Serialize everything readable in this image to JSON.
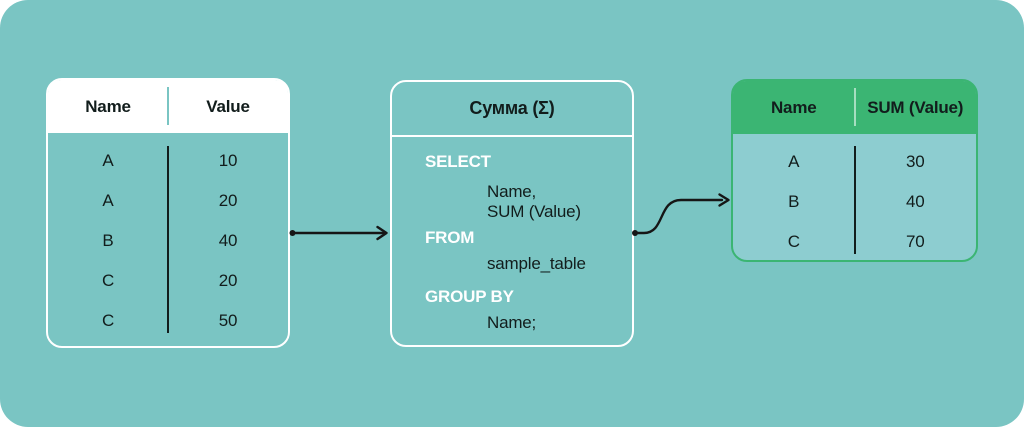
{
  "diagram": {
    "background_color": "#7AC5C3",
    "accent_green": "#3BB573",
    "result_body_color": "#8DCDD0",
    "arrow_color": "#161616",
    "text_color": "#121D1C"
  },
  "source_table": {
    "headers": [
      "Name",
      "Value"
    ],
    "rows": [
      [
        "A",
        "10"
      ],
      [
        "A",
        "20"
      ],
      [
        "B",
        "40"
      ],
      [
        "C",
        "20"
      ],
      [
        "C",
        "50"
      ]
    ]
  },
  "operator": {
    "title": "Сумма (Σ)",
    "sql": {
      "select_keyword": "SELECT",
      "select_line1": "Name,",
      "select_line2": "SUM (Value)",
      "from_keyword": "FROM",
      "from_value": "sample_table",
      "groupby_keyword": "GROUP BY",
      "groupby_value": "Name;"
    }
  },
  "result_table": {
    "headers": [
      "Name",
      "SUM (Value)"
    ],
    "rows": [
      [
        "A",
        "30"
      ],
      [
        "B",
        "40"
      ],
      [
        "C",
        "70"
      ]
    ]
  }
}
